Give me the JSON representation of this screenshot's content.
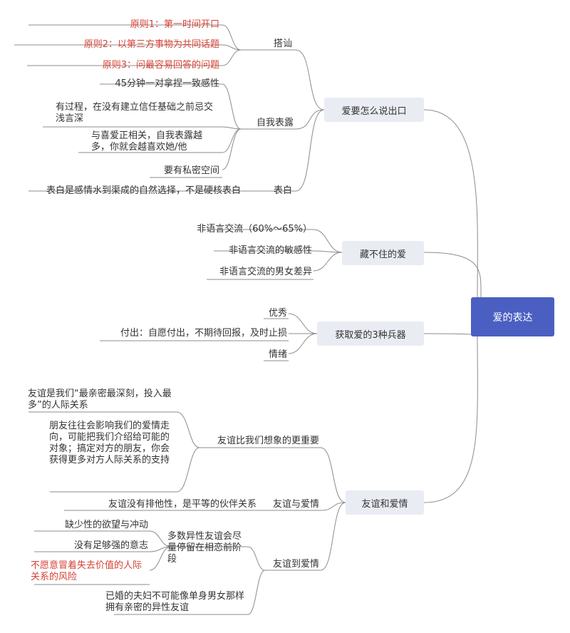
{
  "root": "爱的表达",
  "branches": [
    {
      "label": "爱要怎么说出口",
      "children": [
        {
          "label": "搭讪",
          "children": [
            {
              "label": "原则1：第一时间开口",
              "color": "#d64236"
            },
            {
              "label": "原则2：以第三方事物为共同话题",
              "color": "#d64236"
            },
            {
              "label": "原则3：问最容易回答的问题",
              "color": "#d64236"
            }
          ]
        },
        {
          "label": "自我表露",
          "children": [
            {
              "label": "45分钟一对拿捏一致感性"
            },
            {
              "label": "有过程，在没有建立信任基础之前忌交浅言深"
            },
            {
              "label": "与喜爱正相关，自我表露越多，你就会越喜欢她/他"
            },
            {
              "label": "要有私密空间"
            }
          ]
        },
        {
          "label": "表白",
          "children": [
            {
              "label": "表白是感情水到渠成的自然选择，不是硬核表白"
            }
          ]
        }
      ]
    },
    {
      "label": "藏不住的爱",
      "children": [
        {
          "label": "非语言交流（60%～65%）"
        },
        {
          "label": "非语言交流的敏感性"
        },
        {
          "label": "非语言交流的男女差异"
        }
      ]
    },
    {
      "label": "获取爱的3种兵器",
      "children": [
        {
          "label": "优秀"
        },
        {
          "label": "付出：自愿付出，不期待回报，及时止损"
        },
        {
          "label": "情绪"
        }
      ]
    },
    {
      "label": "友谊和爱情",
      "children": [
        {
          "label": "友谊比我们想象的更重要",
          "children": [
            {
              "label": "友谊是我们“最亲密最深刻，投入最多”的人际关系"
            },
            {
              "label": "朋友往往会影响我们的爱情走向，可能把我们介绍给可能的对象；搞定对方的朋友，你会获得更多对方人际关系的支持"
            }
          ]
        },
        {
          "label": "友谊与爱情",
          "children": [
            {
              "label": "友谊没有排他性，是平等的伙伴关系"
            }
          ]
        },
        {
          "label": "友谊到爱情",
          "children": [
            {
              "label": "多数异性友谊会尽量停留在相恋前阶段",
              "children": [
                {
                  "label": "缺少性的欲望与冲动"
                },
                {
                  "label": "没有足够强的意志"
                },
                {
                  "label": "不愿意冒着失去价值的人际关系的风险",
                  "color": "#d64236"
                }
              ]
            },
            {
              "label": "已婚的夫妇不可能像单身男女那样拥有亲密的异性友谊"
            }
          ]
        }
      ]
    }
  ]
}
